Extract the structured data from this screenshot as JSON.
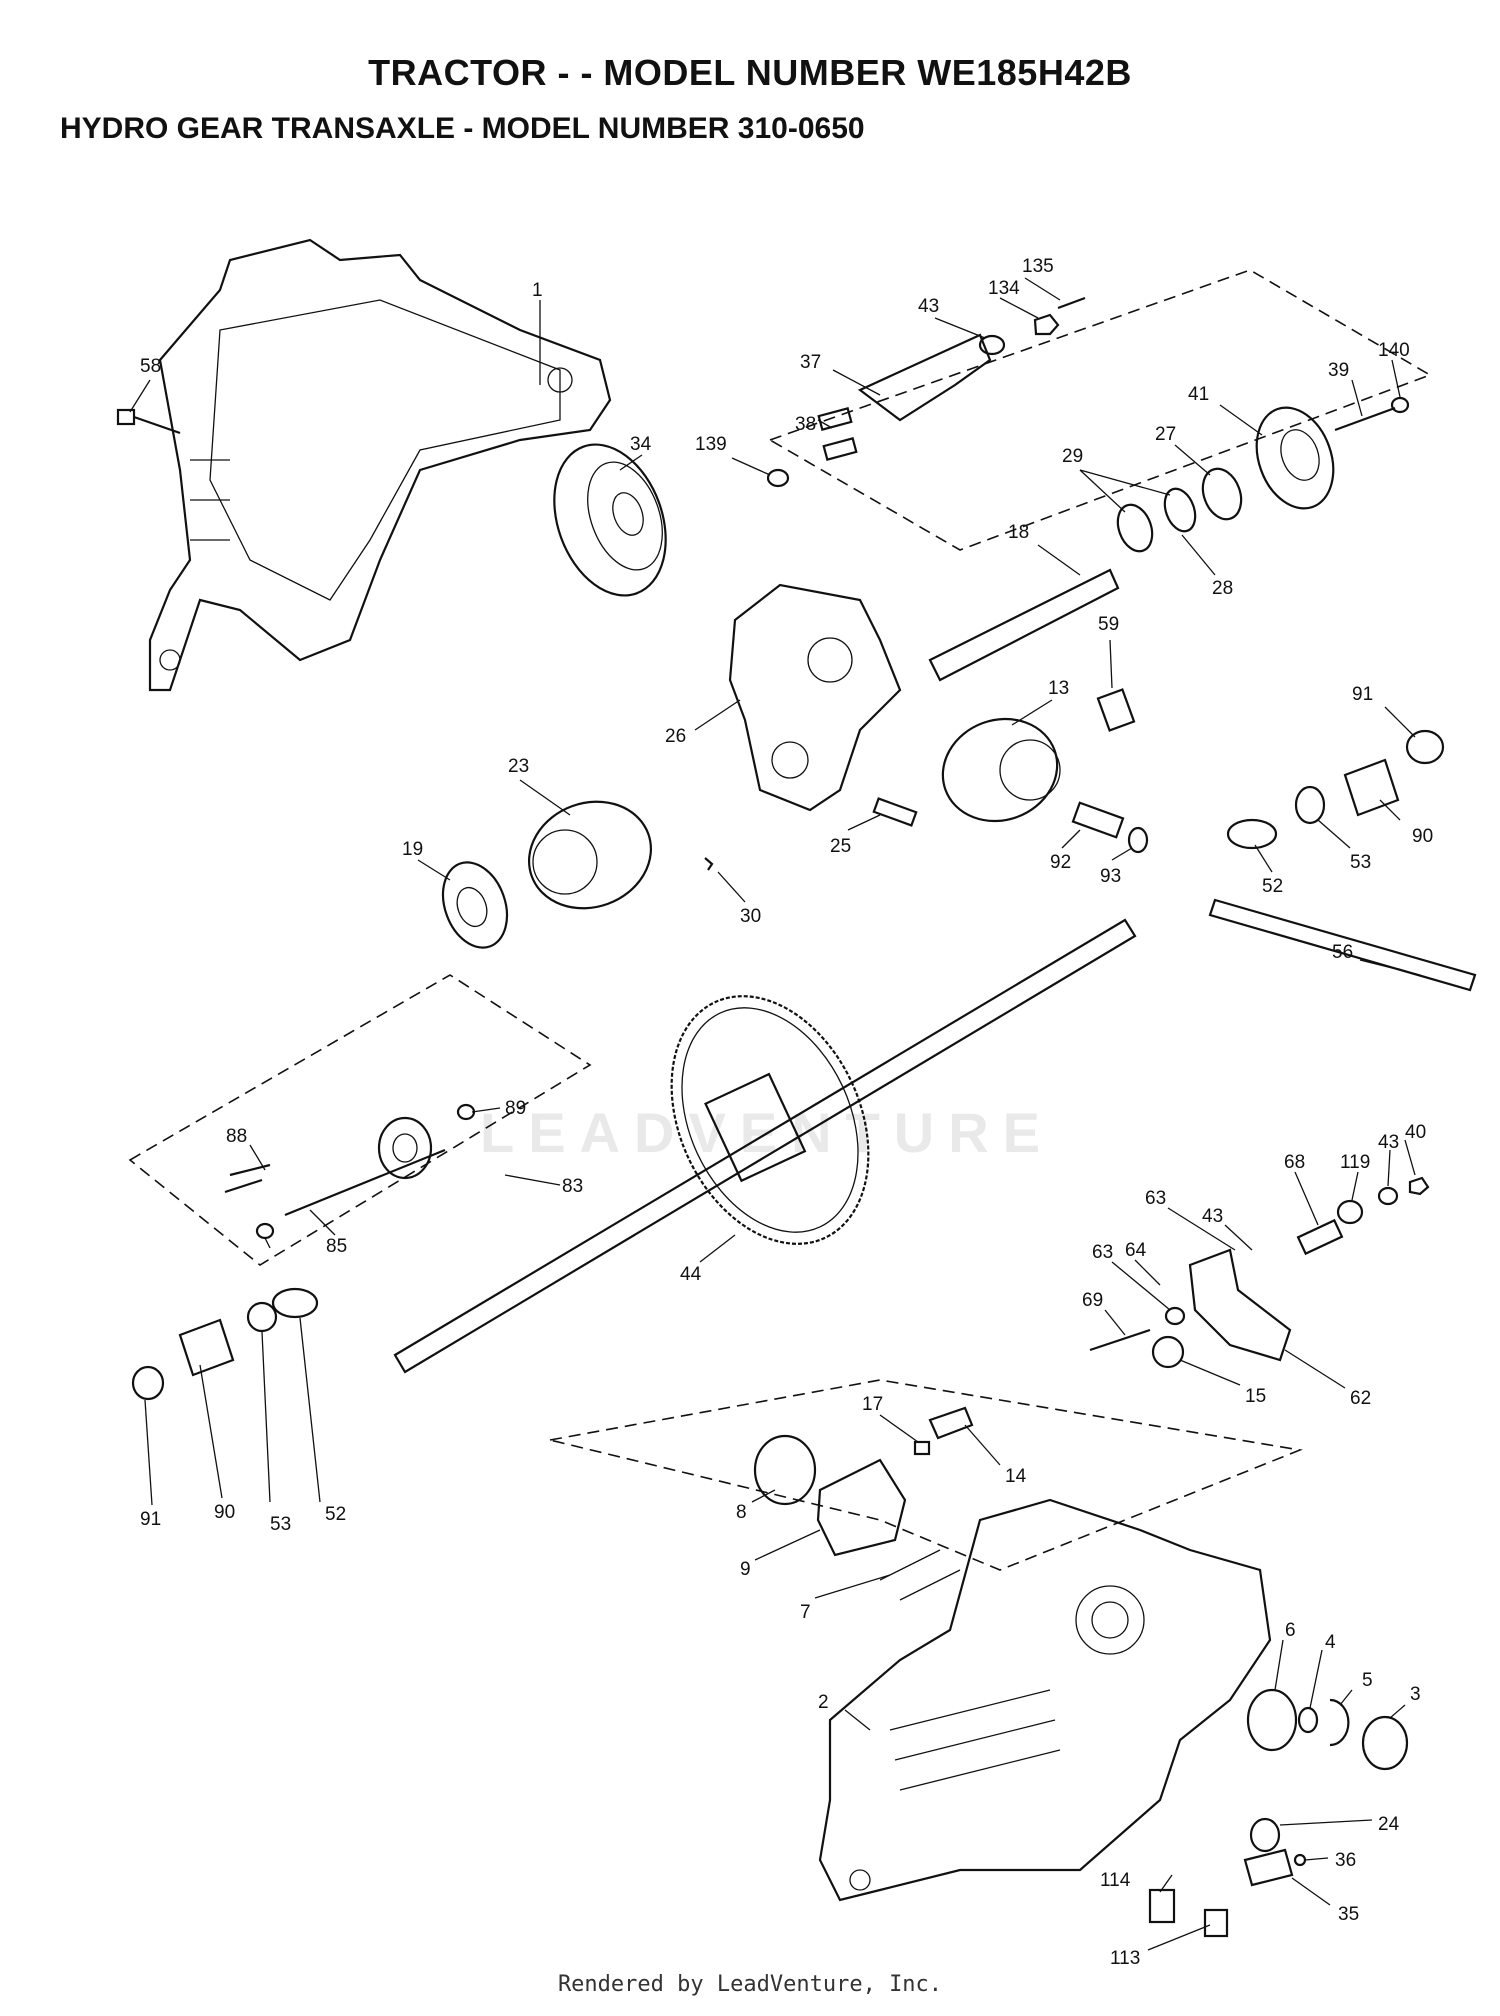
{
  "header": {
    "title": "TRACTOR - - MODEL NUMBER WE185H42B",
    "subtitle": "HYDRO GEAR TRANSAXLE - MODEL NUMBER 310-0650"
  },
  "watermark": "LEADVENTURE",
  "footer": "Rendered by LeadVenture, Inc.",
  "callouts": [
    "1",
    "58",
    "34",
    "135",
    "134",
    "43",
    "37",
    "38",
    "139",
    "140",
    "39",
    "41",
    "27",
    "29",
    "28",
    "18",
    "59",
    "26",
    "13",
    "91",
    "23",
    "19",
    "25",
    "30",
    "92",
    "93",
    "52",
    "53",
    "90",
    "56",
    "88",
    "89",
    "83",
    "85",
    "44",
    "68",
    "119",
    "43",
    "40",
    "63",
    "43",
    "63",
    "64",
    "69",
    "62",
    "15",
    "17",
    "14",
    "8",
    "9",
    "7",
    "52",
    "53",
    "90",
    "91",
    "2",
    "6",
    "4",
    "5",
    "3",
    "24",
    "36",
    "35",
    "114",
    "113"
  ]
}
